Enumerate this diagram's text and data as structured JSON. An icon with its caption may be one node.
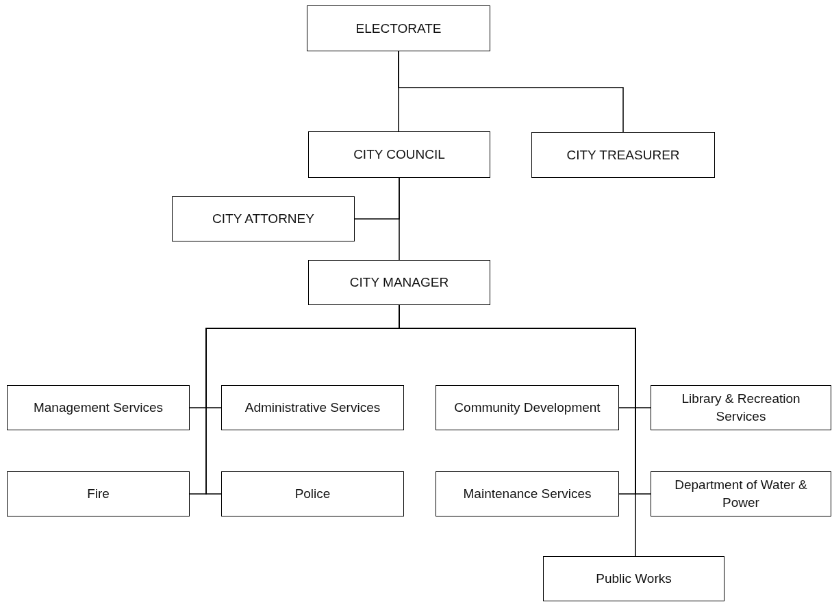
{
  "diagram": {
    "nodes": [
      {
        "text": [
          "ELECTORATE"
        ]
      },
      {
        "text": [
          "CITY COUNCIL"
        ]
      },
      {
        "text": [
          "CITY TREASURER"
        ]
      },
      {
        "text": [
          "CITY ATTORNEY"
        ]
      },
      {
        "text": [
          "CITY MANAGER"
        ]
      },
      {
        "text": [
          "Management Services"
        ]
      },
      {
        "text": [
          "Administrative Services"
        ]
      },
      {
        "text": [
          "Community Development"
        ]
      },
      {
        "text": [
          "Library & Recreation Services"
        ]
      },
      {
        "text": [
          "Fire"
        ]
      },
      {
        "text": [
          "Police"
        ]
      },
      {
        "text": [
          "Maintenance Services"
        ]
      },
      {
        "text": [
          "Department of Water & Power"
        ]
      },
      {
        "text": [
          "Public Works"
        ]
      }
    ],
    "edges": [
      {
        "from": 0,
        "to": 1,
        "arrow": "none"
      },
      {
        "from": 0,
        "to": 2,
        "arrow": "none"
      },
      {
        "from": 1,
        "to": 3,
        "arrow": "none"
      },
      {
        "from": 1,
        "to": 4,
        "arrow": "none"
      },
      {
        "from": 4,
        "to": 5,
        "arrow": "none"
      },
      {
        "from": 4,
        "to": 6,
        "arrow": "none"
      },
      {
        "from": 4,
        "to": 9,
        "arrow": "none"
      },
      {
        "from": 4,
        "to": 10,
        "arrow": "none"
      },
      {
        "from": 4,
        "to": 7,
        "arrow": "none"
      },
      {
        "from": 4,
        "to": 8,
        "arrow": "none"
      },
      {
        "from": 4,
        "to": 11,
        "arrow": "none"
      },
      {
        "from": 4,
        "to": 12,
        "arrow": "none"
      },
      {
        "from": 4,
        "to": 13,
        "arrow": "none"
      }
    ]
  }
}
